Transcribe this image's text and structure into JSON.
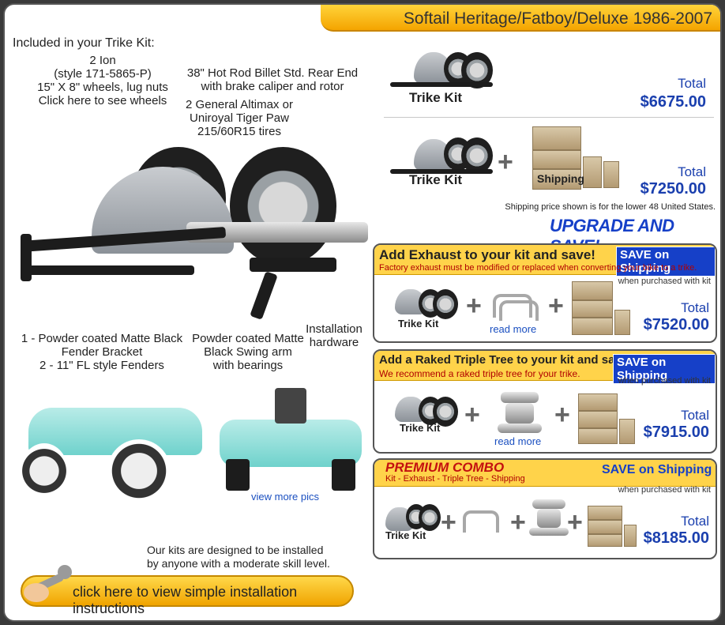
{
  "header": {
    "title": "Softail Heritage/Fatboy/Deluxe  1986-2007"
  },
  "kit_info": {
    "included_title": "Included in your Trike Kit:",
    "wheels_desc": [
      "2 Ion",
      "(style 171-5865-P)",
      "15\" X 8\" wheels, lug nuts",
      "Click here to see wheels"
    ],
    "rear_end_desc": [
      "38\" Hot Rod Billet Std. Rear End",
      "with brake caliper and rotor"
    ],
    "tires_desc": [
      "2 General Altimax or",
      "Uniroyal Tiger Paw",
      "215/60R15 tires"
    ],
    "fender_desc": [
      "1 - Powder coated Matte Black",
      "Fender Bracket",
      "2 - 11\" FL style Fenders"
    ],
    "swing_desc": [
      "Powder coated Matte",
      "Black Swing arm",
      "with bearings"
    ],
    "hardware_desc": [
      "Installation",
      "hardware"
    ],
    "view_more": "view more pics",
    "install_note": [
      "Our kits are designed to be installed",
      "by anyone with a moderate skill level."
    ],
    "install_button": "click here to view simple installation instructions"
  },
  "pricing": {
    "trike_kit_label": "Trike Kit",
    "shipping_label": "Shipping",
    "total_label": "Total",
    "kit_only_price": "$6675.00",
    "kit_shipping_price": "$7250.00",
    "shipping_note": "Shipping price shown is for the lower 48 United States.",
    "upgrade_heading": "UPGRADE AND SAVE!"
  },
  "offers": [
    {
      "title": "Add Exhaust to your kit and save!",
      "badge": "SAVE on Shipping",
      "subtitle": "Factory exhaust must be modified or replaced when converting your bike to a trike.",
      "when": "when purchased with kit",
      "read_more": "read more",
      "total": "Total",
      "price": "$7520.00"
    },
    {
      "title": "Add a Raked Triple Tree to your kit and save!",
      "badge": "SAVE on Shipping",
      "subtitle": "We recommend a raked triple tree for your trike.",
      "when": "when purchased with kit",
      "read_more": "read more",
      "total": "Total",
      "price": "$7915.00"
    },
    {
      "title": "PREMIUM COMBO",
      "badge": "SAVE on Shipping",
      "subtitle": "Kit - Exhaust - Triple Tree - Shipping",
      "when": "when purchased with kit",
      "total": "Total",
      "price": "$8185.00"
    }
  ],
  "colors": {
    "accent_yellow": "#ffd34a",
    "price_blue": "#1a3fae",
    "badge_blue": "#1640c8"
  }
}
